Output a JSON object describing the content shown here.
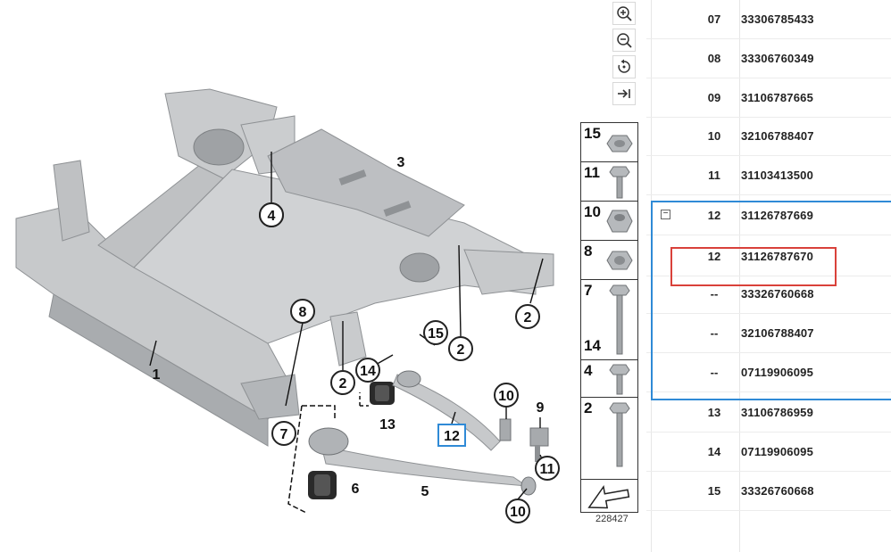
{
  "diagram": {
    "image_id": "228427",
    "callouts": [
      "1",
      "2",
      "2",
      "2",
      "2",
      "3",
      "4",
      "5",
      "6",
      "7",
      "8",
      "9",
      "10",
      "10",
      "11",
      "12",
      "13",
      "14",
      "15"
    ]
  },
  "toolbar": {
    "zoom_in": "zoom-in-icon",
    "zoom_out": "zoom-out-icon",
    "reset": "reset-icon",
    "next": "next-icon"
  },
  "parts_strip": [
    "15",
    "11",
    "10",
    "8",
    "7",
    "14",
    "4",
    "2"
  ],
  "table": {
    "rows": [
      {
        "pos": "07",
        "part": "33306785433"
      },
      {
        "pos": "08",
        "part": "33306760349"
      },
      {
        "pos": "09",
        "part": "31106787665"
      },
      {
        "pos": "10",
        "part": "32106788407"
      },
      {
        "pos": "11",
        "part": "31103413500"
      },
      {
        "pos": "12",
        "part": "31126787669",
        "toggle": "−"
      },
      {
        "pos": "12",
        "part": "31126787670"
      },
      {
        "pos": "--",
        "part": "33326760668"
      },
      {
        "pos": "--",
        "part": "32106788407"
      },
      {
        "pos": "--",
        "part": "07119906095"
      },
      {
        "pos": "13",
        "part": "31106786959"
      },
      {
        "pos": "14",
        "part": "07119906095"
      },
      {
        "pos": "15",
        "part": "33326760668"
      }
    ]
  },
  "colors": {
    "frame": "#c4c6c8",
    "frame_dark": "#9ea1a4",
    "highlight_blue": "#2f8ad6",
    "highlight_red": "#d9413a"
  }
}
